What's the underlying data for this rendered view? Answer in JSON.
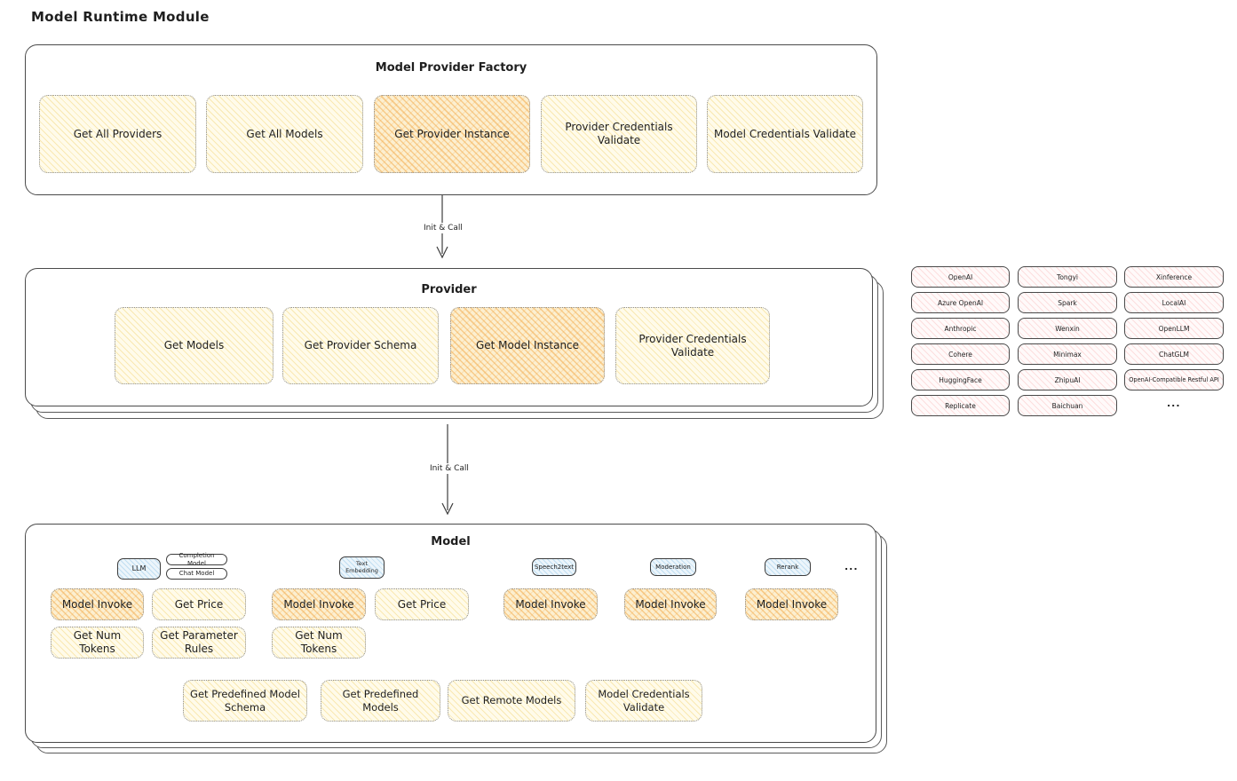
{
  "page_title": "Model Runtime Module",
  "factory": {
    "title": "Model Provider Factory",
    "boxes": [
      {
        "label": "Get All Providers",
        "highlight": false
      },
      {
        "label": "Get All Models",
        "highlight": false
      },
      {
        "label": "Get Provider Instance",
        "highlight": true
      },
      {
        "label": "Provider Credentials Validate",
        "highlight": false
      },
      {
        "label": "Model Credentials Validate",
        "highlight": false
      }
    ]
  },
  "arrows": [
    {
      "label": "Init & Call"
    },
    {
      "label": "Init & Call"
    }
  ],
  "provider": {
    "title": "Provider",
    "boxes": [
      {
        "label": "Get Models",
        "highlight": false
      },
      {
        "label": "Get Provider Schema",
        "highlight": false
      },
      {
        "label": "Get Model Instance",
        "highlight": true
      },
      {
        "label": "Provider Credentials Validate",
        "highlight": false
      }
    ]
  },
  "providers_grid": {
    "columns": [
      [
        "OpenAI",
        "Azure OpenAI",
        "Anthropic",
        "Cohere",
        "HuggingFace",
        "Replicate"
      ],
      [
        "Tongyi",
        "Spark",
        "Wenxin",
        "Minimax",
        "ZhipuAI",
        "Baichuan"
      ],
      [
        "Xinference",
        "LocalAI",
        "OpenLLM",
        "ChatGLM",
        "OpenAI-Compatible Restful API"
      ]
    ],
    "ellipsis": "..."
  },
  "model": {
    "title": "Model",
    "tags": {
      "llm": "LLM",
      "completion": "Completion Model",
      "chat": "Chat Model",
      "text_embedding": "Text Embedding",
      "speech2text": "Speech2text",
      "moderation": "Moderation",
      "rerank": "Rerank",
      "ellipsis": "..."
    },
    "row1": [
      {
        "label": "Model Invoke",
        "highlight": true
      },
      {
        "label": "Get Price",
        "highlight": false
      },
      {
        "label": "Model Invoke",
        "highlight": true
      },
      {
        "label": "Get Price",
        "highlight": false
      },
      {
        "label": "Model Invoke",
        "highlight": true
      },
      {
        "label": "Model Invoke",
        "highlight": true
      },
      {
        "label": "Model Invoke",
        "highlight": true
      }
    ],
    "row2": [
      {
        "label": "Get Num Tokens"
      },
      {
        "label": "Get Parameter Rules"
      },
      {
        "label": "Get Num Tokens"
      }
    ],
    "bottom_row": [
      {
        "label": "Get Predefined Model Schema"
      },
      {
        "label": "Get Predefined Models"
      },
      {
        "label": "Get Remote Models"
      },
      {
        "label": "Model Credentials Validate"
      }
    ]
  },
  "colors": {
    "yellow_fill": "#fffbea",
    "yellow_hatch": "#f4da82",
    "orange_fill": "#fcefd0",
    "orange_hatch": "#f3ad50",
    "pink_fill": "#fffafa",
    "pink_hatch": "#fab0b0",
    "blue_fill": "#ecf5fb",
    "blue_hatch": "#8cc4e8",
    "ink": "#1f1f1f",
    "outline": "#4a4a4a"
  }
}
